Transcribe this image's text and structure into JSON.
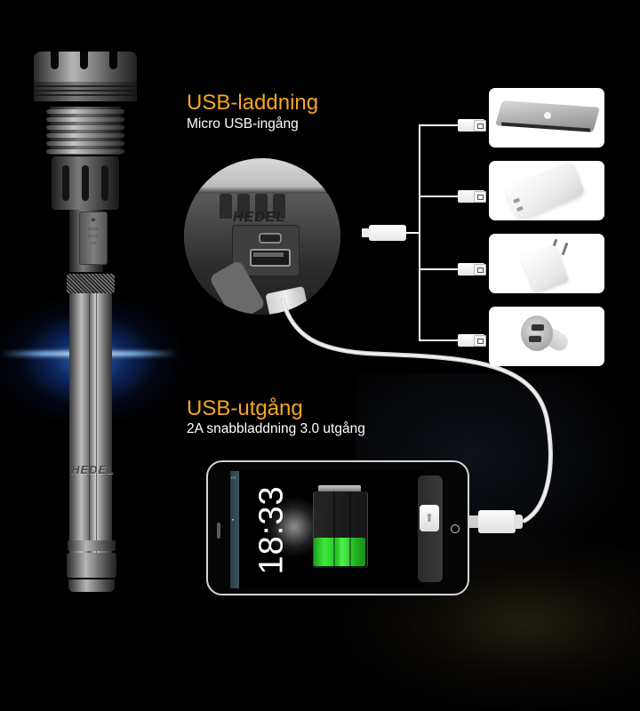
{
  "sections": {
    "charging_input": {
      "title": "USB-laddning",
      "subtitle": "Micro USB-ingång"
    },
    "charging_output": {
      "title": "USB-utgång",
      "subtitle": "2A snabbladdning 3.0 utgång"
    }
  },
  "flashlight": {
    "brand_mark": "HEDEL",
    "glow_color": "#3a8cff"
  },
  "inset": {
    "brand_mark": "HEDEL",
    "ports": [
      "micro-usb-input",
      "usb-a-output"
    ]
  },
  "devices": [
    {
      "name": "laptop",
      "icon": "laptop-icon"
    },
    {
      "name": "power-bank",
      "icon": "power-bank-icon"
    },
    {
      "name": "wall-charger",
      "icon": "wall-charger-icon"
    },
    {
      "name": "car-charger",
      "icon": "car-charger-icon"
    }
  ],
  "phone": {
    "time": "18:33",
    "battery_color": "#3ee83e",
    "slider_icon": "⬆"
  },
  "colors": {
    "accent": "#f5a623",
    "text": "#ffffff",
    "background": "#000000"
  }
}
